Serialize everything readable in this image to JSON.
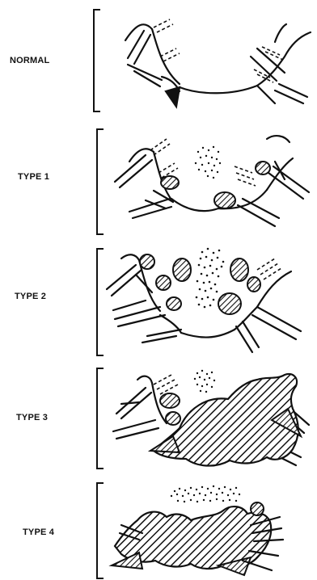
{
  "panels": [
    {
      "label": "NORMAL"
    },
    {
      "label": "TYPE  1"
    },
    {
      "label": "TYPE 2"
    },
    {
      "label": "TYPE 3"
    },
    {
      "label": "TYPE 4"
    }
  ],
  "colors": {
    "ink": "#111111",
    "background": "#ffffff"
  }
}
